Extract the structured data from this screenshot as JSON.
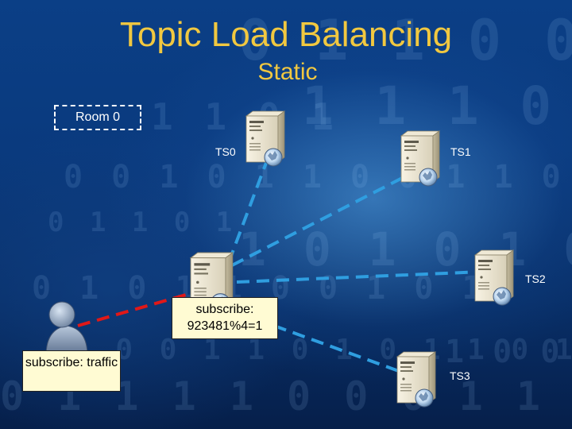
{
  "title": "Topic Load Balancing",
  "subtitle": "Static",
  "room_label": "Room 0",
  "servers": [
    {
      "id": "router",
      "label": ""
    },
    {
      "id": "ts0",
      "label": "TS0"
    },
    {
      "id": "ts1",
      "label": "TS1"
    },
    {
      "id": "ts2",
      "label": "TS2"
    },
    {
      "id": "ts3",
      "label": "TS3"
    }
  ],
  "client_label": "subscribe: traffic",
  "router_label": "subscribe: 923481%4=1",
  "colors": {
    "title": "#f1c840",
    "blue_link": "#2f9ee0",
    "red_link": "#e01818",
    "callout_bg": "#fffbd3"
  }
}
